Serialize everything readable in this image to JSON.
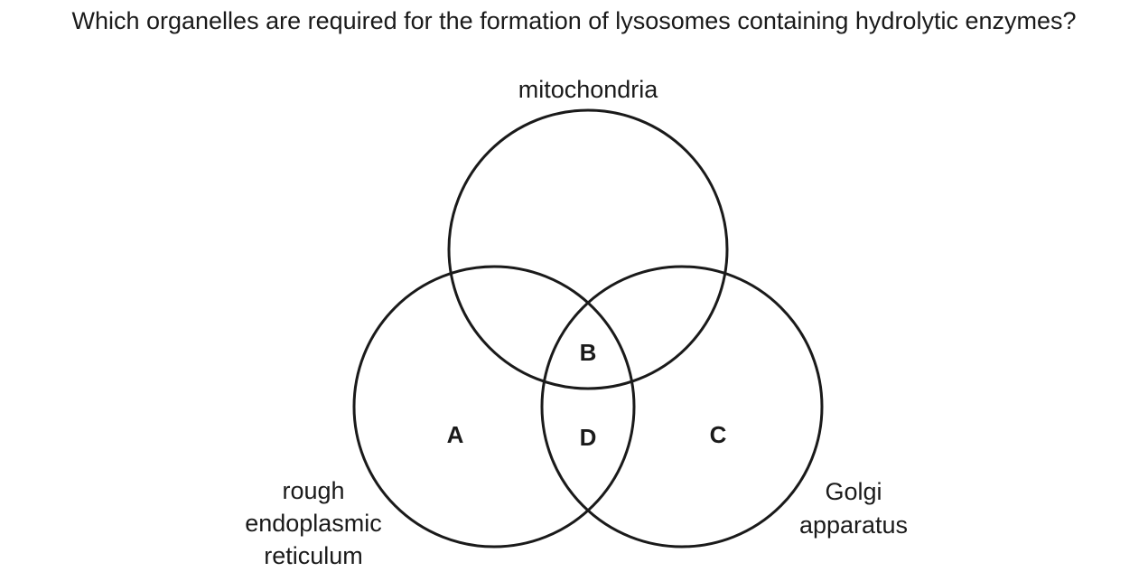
{
  "question": "Which organelles are required for the formation of lysosomes containing hydrolytic enzymes?",
  "sets": {
    "top": {
      "lines": [
        "mitochondria"
      ]
    },
    "left": {
      "lines": [
        "rough",
        "endoplasmic",
        "reticulum"
      ]
    },
    "right": {
      "lines": [
        "Golgi",
        "apparatus"
      ]
    }
  },
  "regions": {
    "a": "A",
    "b": "B",
    "c": "C",
    "d": "D"
  }
}
